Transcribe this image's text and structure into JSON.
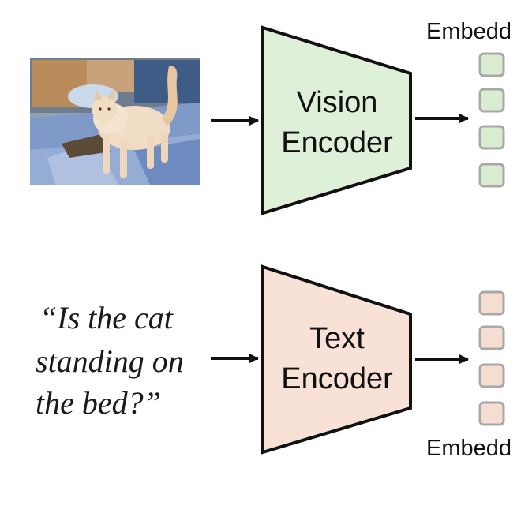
{
  "vision_branch": {
    "encoder_label_line1": "Vision",
    "encoder_label_line2": "Encoder",
    "encoder_fill": "#dff0d8",
    "embedding_fill": "#d9ecd1",
    "embeddings_label": "Embedd",
    "image_icon": "cat-photo-icon"
  },
  "text_branch": {
    "question_line1": "“Is the cat",
    "question_line2": "standing on",
    "question_line3": "the bed?”",
    "encoder_label_line1": "Text",
    "encoder_label_line2": "Encoder",
    "encoder_fill": "#f8e2d8",
    "embedding_fill": "#f6ddd2",
    "embeddings_label": "Embedd"
  },
  "colors": {
    "stroke": "#111111",
    "embedding_stroke": "#a8a8a8"
  }
}
